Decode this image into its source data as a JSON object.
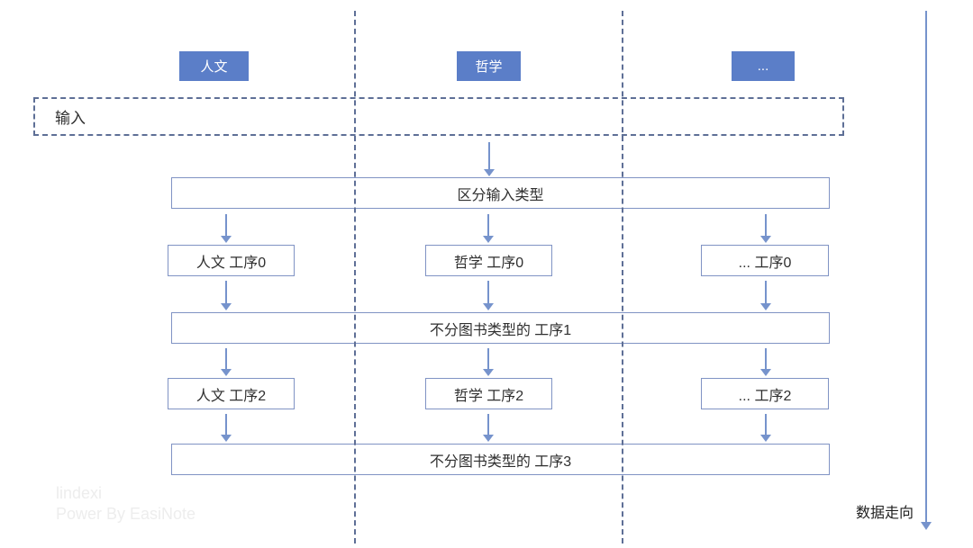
{
  "diagram": {
    "columns": [
      {
        "id": "humanities",
        "header": "人文"
      },
      {
        "id": "philosophy",
        "header": "哲学"
      },
      {
        "id": "ellipsis",
        "header": "..."
      }
    ],
    "input_label": "输入",
    "stage_classify": "区分输入类型",
    "step0": [
      "人文 工序0",
      "哲学 工序0",
      "... 工序0"
    ],
    "stage1": "不分图书类型的 工序1",
    "step2": [
      "人文 工序2",
      "哲学 工序2",
      "... 工序2"
    ],
    "stage3": "不分图书类型的 工序3",
    "data_flow_label": "数据走向"
  },
  "watermark": {
    "line1": "lindexi",
    "line2": "Power By EasiNote"
  },
  "colors": {
    "header_fill": "#5b7ec8",
    "header_text": "#ffffff",
    "node_border": "#8093c4",
    "arrow_color": "#7693cc",
    "dash_color": "#5e6f96",
    "text_color": "#2f2f2f",
    "watermark_color": "#ededed"
  }
}
